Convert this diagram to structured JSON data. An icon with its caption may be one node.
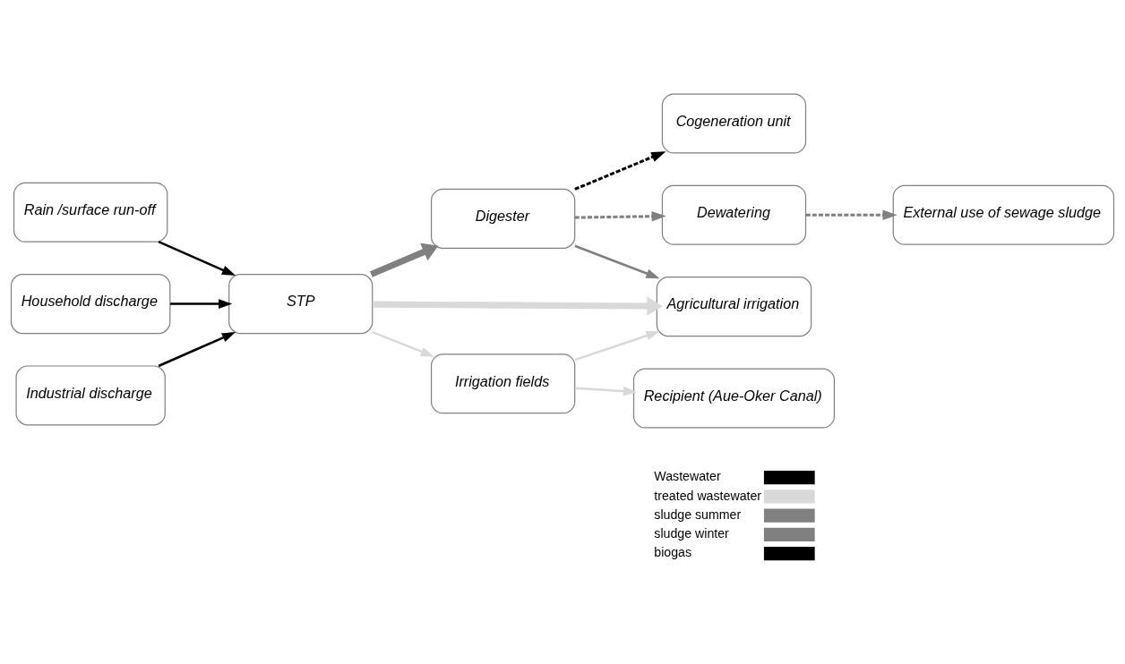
{
  "diagram": {
    "nodes": [
      {
        "text": [
          "Cogeneration unit"
        ]
      },
      {
        "text": [
          "Dewatering"
        ]
      },
      {
        "text": [
          "External use of sewage sludge"
        ]
      },
      {
        "text": [
          "Rain /surface run-off"
        ]
      },
      {
        "text": [
          "Digester"
        ]
      },
      {
        "text": [
          "Agricultural irrigation"
        ]
      },
      {
        "text": [
          "Household discharge"
        ]
      },
      {
        "text": [
          "STP"
        ]
      },
      {
        "text": [
          "Irrigation fields"
        ]
      },
      {
        "text": [
          "Recipient (Aue-Oker Canal)"
        ]
      },
      {
        "text": [
          "Industrial discharge"
        ]
      }
    ],
    "edges": [
      {
        "from": 3,
        "to": 7,
        "arrow": "to",
        "color": "#000000"
      },
      {
        "from": 6,
        "to": 7,
        "arrow": "to",
        "color": "#000000"
      },
      {
        "from": 10,
        "to": 7,
        "arrow": "to",
        "color": "#000000"
      },
      {
        "from": 7,
        "to": 4,
        "arrow": "to",
        "style": "thick",
        "color": "#808080"
      },
      {
        "from": 7,
        "to": 5,
        "arrow": "to",
        "style": "thick",
        "color": "#d9d9d9"
      },
      {
        "from": 7,
        "to": 8,
        "arrow": "to",
        "color": "#d9d9d9"
      },
      {
        "from": 8,
        "to": 5,
        "arrow": "to",
        "color": "#d9d9d9"
      },
      {
        "from": 8,
        "to": 9,
        "arrow": "to",
        "color": "#d9d9d9"
      },
      {
        "from": 4,
        "to": 5,
        "arrow": "to",
        "color": "#808080"
      },
      {
        "from": 4,
        "to": 0,
        "arrow": "to",
        "style": "dashed",
        "color": "#000000"
      },
      {
        "from": 4,
        "to": 1,
        "arrow": "to",
        "style": "dashed",
        "color": "#808080"
      },
      {
        "from": 1,
        "to": 2,
        "arrow": "to",
        "style": "dashed",
        "color": "#808080"
      }
    ],
    "legend": [
      {
        "text": "Wastewater"
      },
      {
        "text": "treated wastewater"
      },
      {
        "text": "sludge summer"
      },
      {
        "text": "sludge winter"
      },
      {
        "text": "biogas"
      }
    ]
  }
}
